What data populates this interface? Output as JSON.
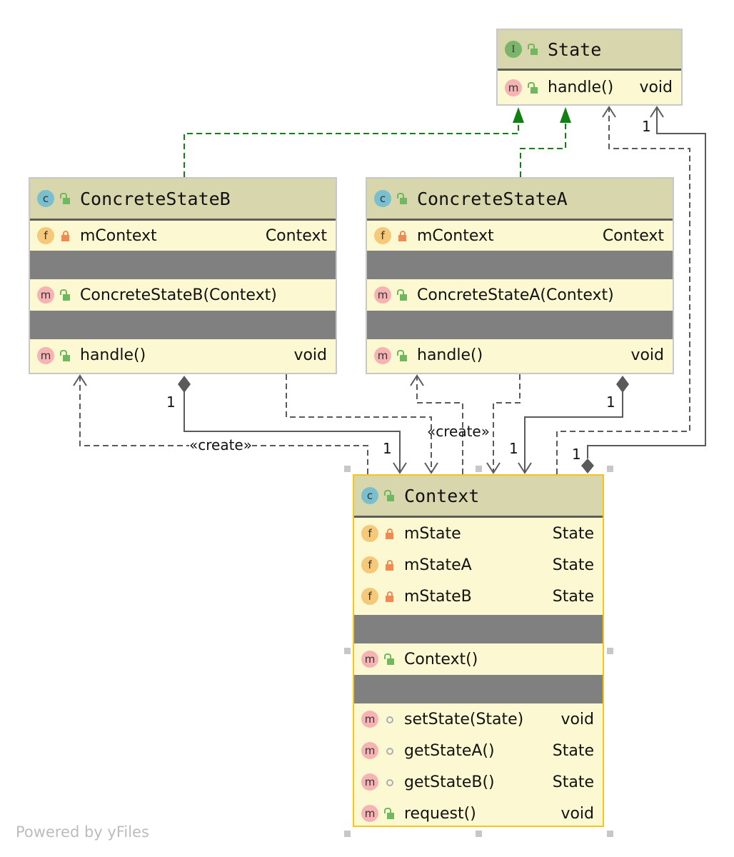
{
  "diagram": {
    "classes": {
      "state": {
        "name": "State",
        "kind": "interface",
        "kind_badge": "I",
        "visibility": "public",
        "members": [
          {
            "badge": "m",
            "visibility": "public",
            "name": "handle()",
            "type": "void"
          }
        ]
      },
      "concrete_state_b": {
        "name": "ConcreteStateB",
        "kind": "class",
        "kind_badge": "c",
        "visibility": "public",
        "fields": [
          {
            "badge": "f",
            "visibility": "private",
            "name": "mContext",
            "type": "Context"
          }
        ],
        "constructors": [
          {
            "badge": "m",
            "visibility": "public",
            "name": "ConcreteStateB(Context)",
            "type": ""
          }
        ],
        "methods": [
          {
            "badge": "m",
            "visibility": "public",
            "name": "handle()",
            "type": "void"
          }
        ]
      },
      "concrete_state_a": {
        "name": "ConcreteStateA",
        "kind": "class",
        "kind_badge": "c",
        "visibility": "public",
        "fields": [
          {
            "badge": "f",
            "visibility": "private",
            "name": "mContext",
            "type": "Context"
          }
        ],
        "constructors": [
          {
            "badge": "m",
            "visibility": "public",
            "name": "ConcreteStateA(Context)",
            "type": ""
          }
        ],
        "methods": [
          {
            "badge": "m",
            "visibility": "public",
            "name": "handle()",
            "type": "void"
          }
        ]
      },
      "context": {
        "name": "Context",
        "kind": "class",
        "kind_badge": "c",
        "visibility": "public",
        "selected": true,
        "fields": [
          {
            "badge": "f",
            "visibility": "private",
            "name": "mState",
            "type": "State"
          },
          {
            "badge": "f",
            "visibility": "private",
            "name": "mStateA",
            "type": "State"
          },
          {
            "badge": "f",
            "visibility": "private",
            "name": "mStateB",
            "type": "State"
          }
        ],
        "constructors": [
          {
            "badge": "m",
            "visibility": "public",
            "name": "Context()",
            "type": ""
          }
        ],
        "methods": [
          {
            "badge": "m",
            "visibility": "package",
            "name": "setState(State)",
            "type": "void"
          },
          {
            "badge": "m",
            "visibility": "package",
            "name": "getStateA()",
            "type": "State"
          },
          {
            "badge": "m",
            "visibility": "package",
            "name": "getStateB()",
            "type": "State"
          },
          {
            "badge": "m",
            "visibility": "public",
            "name": "request()",
            "type": "void"
          }
        ]
      }
    },
    "relations": [
      {
        "type": "realization",
        "from": "ConcreteStateB",
        "to": "State",
        "label": ""
      },
      {
        "type": "realization",
        "from": "ConcreteStateA",
        "to": "State",
        "label": ""
      },
      {
        "type": "dependency",
        "from": "Context",
        "to": "State",
        "label": ""
      },
      {
        "type": "composition",
        "from": "Context",
        "to": "State",
        "multiplicity": "1"
      },
      {
        "type": "dependency",
        "from": "Context",
        "to": "ConcreteStateB",
        "label": "«create»"
      },
      {
        "type": "dependency",
        "from": "Context",
        "to": "ConcreteStateA",
        "label": "«create»"
      },
      {
        "type": "composition",
        "from": "ConcreteStateB",
        "to": "Context",
        "multiplicity_from": "1",
        "multiplicity_to": "1"
      },
      {
        "type": "composition",
        "from": "ConcreteStateA",
        "to": "Context",
        "multiplicity_from": "1",
        "multiplicity_to": "1"
      },
      {
        "type": "dependency",
        "from": "ConcreteStateB",
        "to": "Context",
        "label": ""
      },
      {
        "type": "dependency",
        "from": "ConcreteStateA",
        "to": "Context",
        "label": ""
      }
    ],
    "labels": {
      "create_left": "«create»",
      "create_right": "«create»",
      "mult_state": "1",
      "mult_b_src": "1",
      "mult_b_dst": "1",
      "mult_a_src": "1",
      "mult_a_dst": "1",
      "mult_ctx_state": "1"
    },
    "colors": {
      "realization": "#108010",
      "edge": "#5a5a5a",
      "header": "#d8d6ac",
      "body": "#fcf9d2",
      "separator": "#808080",
      "selection": "#f5c518"
    }
  },
  "footer": "Powered by yFiles"
}
